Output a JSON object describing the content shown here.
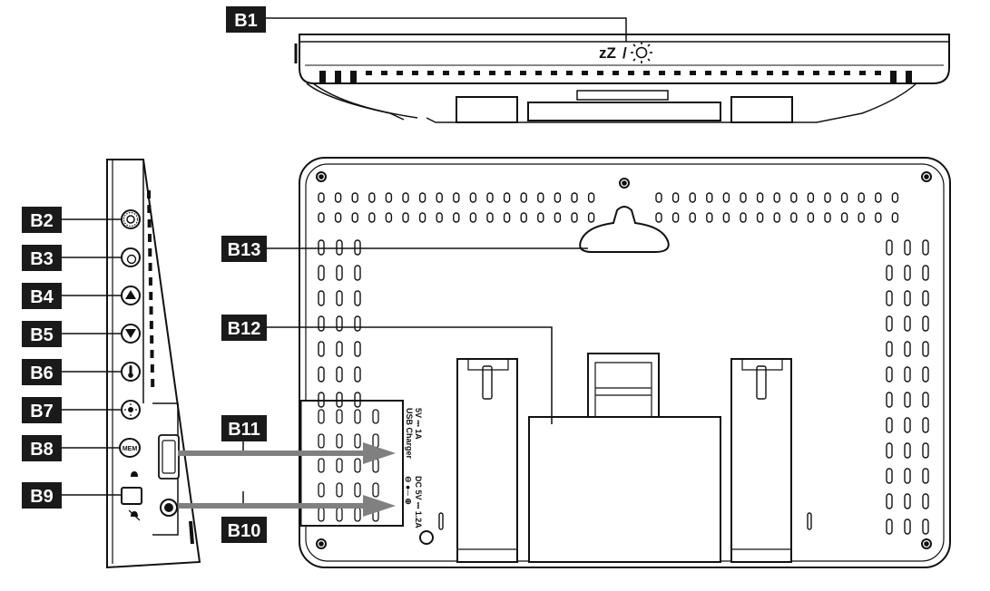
{
  "labels": {
    "b1": "B1",
    "b2": "B2",
    "b3": "B3",
    "b4": "B4",
    "b5": "B5",
    "b6": "B6",
    "b7": "B7",
    "b8": "B8",
    "b9": "B9",
    "b10": "B10",
    "b11": "B11",
    "b12": "B12",
    "b13": "B13"
  },
  "top_view": {
    "sleep_symbol": "zZ",
    "separator": "/"
  },
  "side_view": {
    "mem_button_text": "MEM"
  },
  "back_view": {
    "usb_rating": "5V ⎓ 1A",
    "usb_caption": "USB Charger",
    "dc_rating": "DC 5V ⎓ 1.2A",
    "dc_polarity": "⊖ ●─ ⊕"
  },
  "colors": {
    "label_bg": "#1a1a1a",
    "line": "#111111",
    "arrow": "#808080"
  }
}
